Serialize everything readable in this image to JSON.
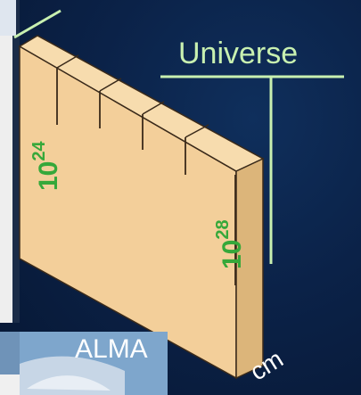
{
  "labels": {
    "universe": "Universe",
    "alma": "ALMA",
    "unit": "cm",
    "scale_24": {
      "base": "10",
      "power": "24"
    },
    "scale_28": {
      "base": "10",
      "power": "28"
    }
  },
  "colors": {
    "background": "#0b2248",
    "panel": "#eeeeee",
    "ruler_face": "#f3cf9a",
    "ruler_top": "#f7dcae",
    "ruler_side": "#dcb57a",
    "ruler_edge": "#3a2a1a",
    "exponent_text": "#36a83a",
    "callout_line": "#c8f0b0"
  }
}
